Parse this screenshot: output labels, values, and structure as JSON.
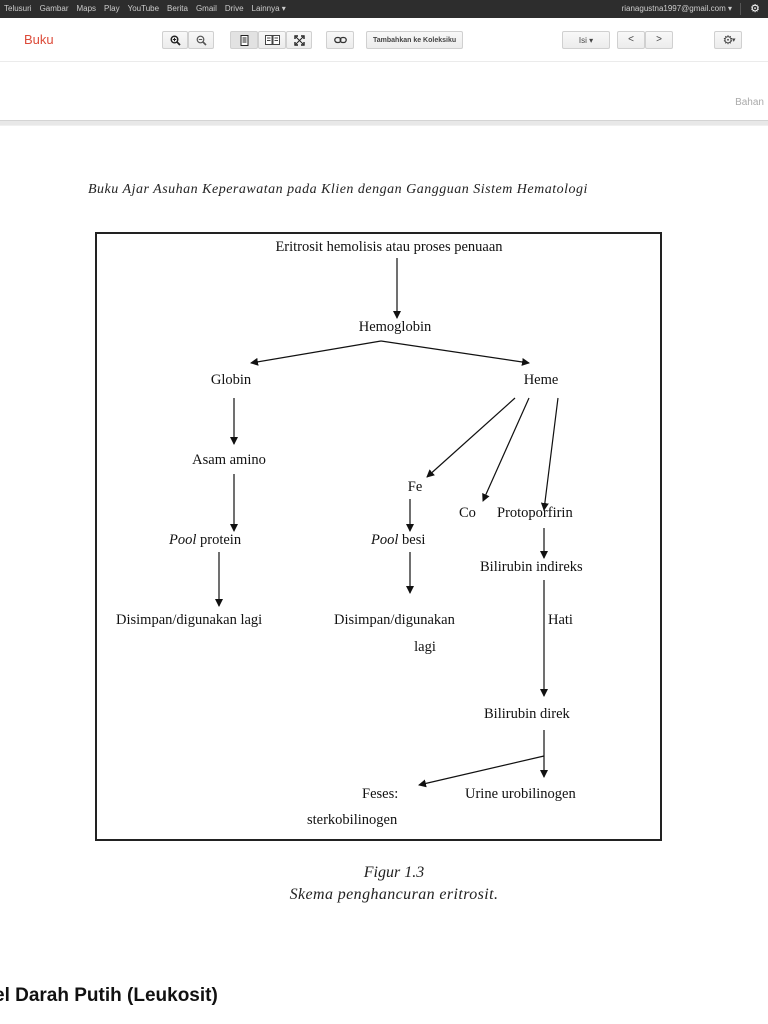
{
  "gbar": {
    "nav": [
      "Telusuri",
      "Gambar",
      "Maps",
      "Play",
      "YouTube",
      "Berita",
      "Gmail",
      "Drive",
      "Lainnya ▾"
    ],
    "account": "rianagustna1997@gmail.com ▾",
    "settings_icon": "gear-icon"
  },
  "toolbar": {
    "brand": "Buku",
    "zoom_in_icon": "zoom-in-icon",
    "zoom_out_icon": "zoom-out-icon",
    "single_page_icon": "single-page-icon",
    "two_page_icon": "two-page-icon",
    "fullscreen_icon": "fullscreen-icon",
    "link_icon": "link-icon",
    "add_to_collection": "Tambahkan ke Koleksiku",
    "contents_label": "Isi ▾",
    "prev_icon": "chevron-left-icon",
    "next_icon": "chevron-right-icon",
    "settings_label": "▾"
  },
  "subbar": {
    "bahan": "Bahan"
  },
  "document": {
    "running_head": "Buku Ajar Asuhan Keperawatan pada Klien dengan Gangguan Sistem Hematologi",
    "nodes": {
      "root": "Eritrosit hemolisis atau proses penuaan",
      "hemoglobin": "Hemoglobin",
      "globin": "Globin",
      "heme": "Heme",
      "asam_amino": "Asam amino",
      "fe": "Fe",
      "co": "Co",
      "protoporfirin": "Protoporfirin",
      "pool_italic": "Pool",
      "pool_protein_rest": " protein",
      "pool_besi_rest": " besi",
      "bilirubin_indireks": "Bilirubin indireks",
      "disimpan_left": "Disimpan/digunakan lagi",
      "disimpan_mid_1": "Disimpan/digunakan",
      "disimpan_mid_2": "lagi",
      "hati": "Hati",
      "bilirubin_direk": "Bilirubin direk",
      "feses": "Feses:",
      "sterkobilinogen": "sterkobilinogen",
      "urine": "Urine urobilinogen"
    },
    "caption_line1": "Figur 1.3",
    "caption_line2": "Skema penghancuran eritrosit.",
    "section_heading": "el Darah Putih (Leukosit)"
  }
}
